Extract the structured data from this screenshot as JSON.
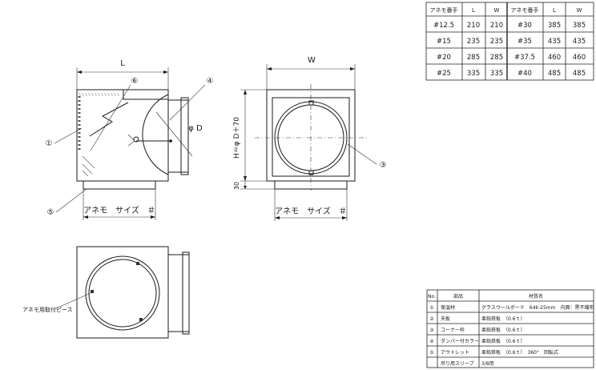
{
  "size_table": {
    "headers": [
      "アネモ番手",
      "L",
      "W",
      "アネモ番手",
      "L",
      "W"
    ],
    "rows": [
      [
        "#12.5",
        "210",
        "210",
        "#30",
        "385",
        "385"
      ],
      [
        "#15",
        "235",
        "235",
        "#35",
        "435",
        "435"
      ],
      [
        "#20",
        "285",
        "285",
        "#37.5",
        "460",
        "460"
      ],
      [
        "#25",
        "335",
        "335",
        "#40",
        "485",
        "485"
      ]
    ]
  },
  "front_view": {
    "dim_L": "L",
    "phi_D": "φ D",
    "size_label": "アネモ　サイズ　＃",
    "callouts": [
      "①",
      "⑤",
      "⑥",
      "④"
    ]
  },
  "side_view": {
    "dim_W": "W",
    "height_label": "H＝φ D＋70",
    "dim_30": "30",
    "size_label": "アネモ　サイズ　＃",
    "callout": "③"
  },
  "plan_view": {
    "label": "アネモ用取付ピース"
  },
  "parts_table": {
    "headers": [
      "No.",
      "部品",
      "材質名"
    ],
    "rows": [
      [
        "①",
        "保温材",
        "グラスウールボード　64k-25mm　内面：黒不織布"
      ],
      [
        "②",
        "天板",
        "亜鉛鉄板　（0.6ｔ）"
      ],
      [
        "③",
        "コーナー枠",
        "亜鉛鉄板　（0.6ｔ）"
      ],
      [
        "④",
        "ダンパー付カラー",
        "亜鉛鉄板　（0.6ｔ）"
      ],
      [
        "⑤",
        "アウトレット",
        "亜鉛鉄板　（0.6ｔ）　360°　回転式"
      ],
      [
        "",
        "吊り用スリーブ",
        "3/8用"
      ]
    ]
  }
}
